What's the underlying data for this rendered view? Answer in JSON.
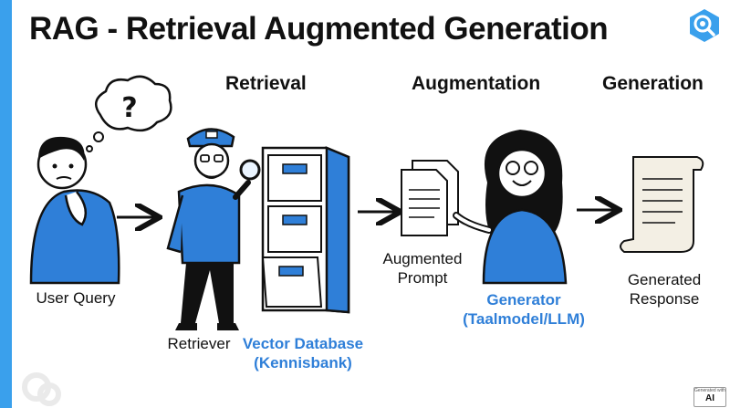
{
  "title": "RAG - Retrieval Augmented Generation",
  "stages": {
    "retrieval": "Retrieval",
    "augmentation": "Augmentation",
    "generation": "Generation"
  },
  "thought_symbol": "?",
  "components": {
    "user_query": "User Query",
    "retriever": "Retriever",
    "vector_database": [
      "Vector Database",
      "(Kennisbank)"
    ],
    "augmented_prompt": [
      "Augmented",
      "Prompt"
    ],
    "generator": [
      "Generator",
      "(Taalmodel/LLM)"
    ],
    "generated_response": [
      "Generated",
      "Response"
    ]
  },
  "badge": {
    "line1": "Generated with",
    "line2": "AI"
  },
  "colors": {
    "accent_blue": "#3aa0ec",
    "label_blue": "#2f7fd8",
    "ink": "#111111",
    "paper": "#f3efe4"
  },
  "icons": [
    "search-magnifier-logo",
    "question-mark-thought-bubble",
    "arrow-right"
  ]
}
